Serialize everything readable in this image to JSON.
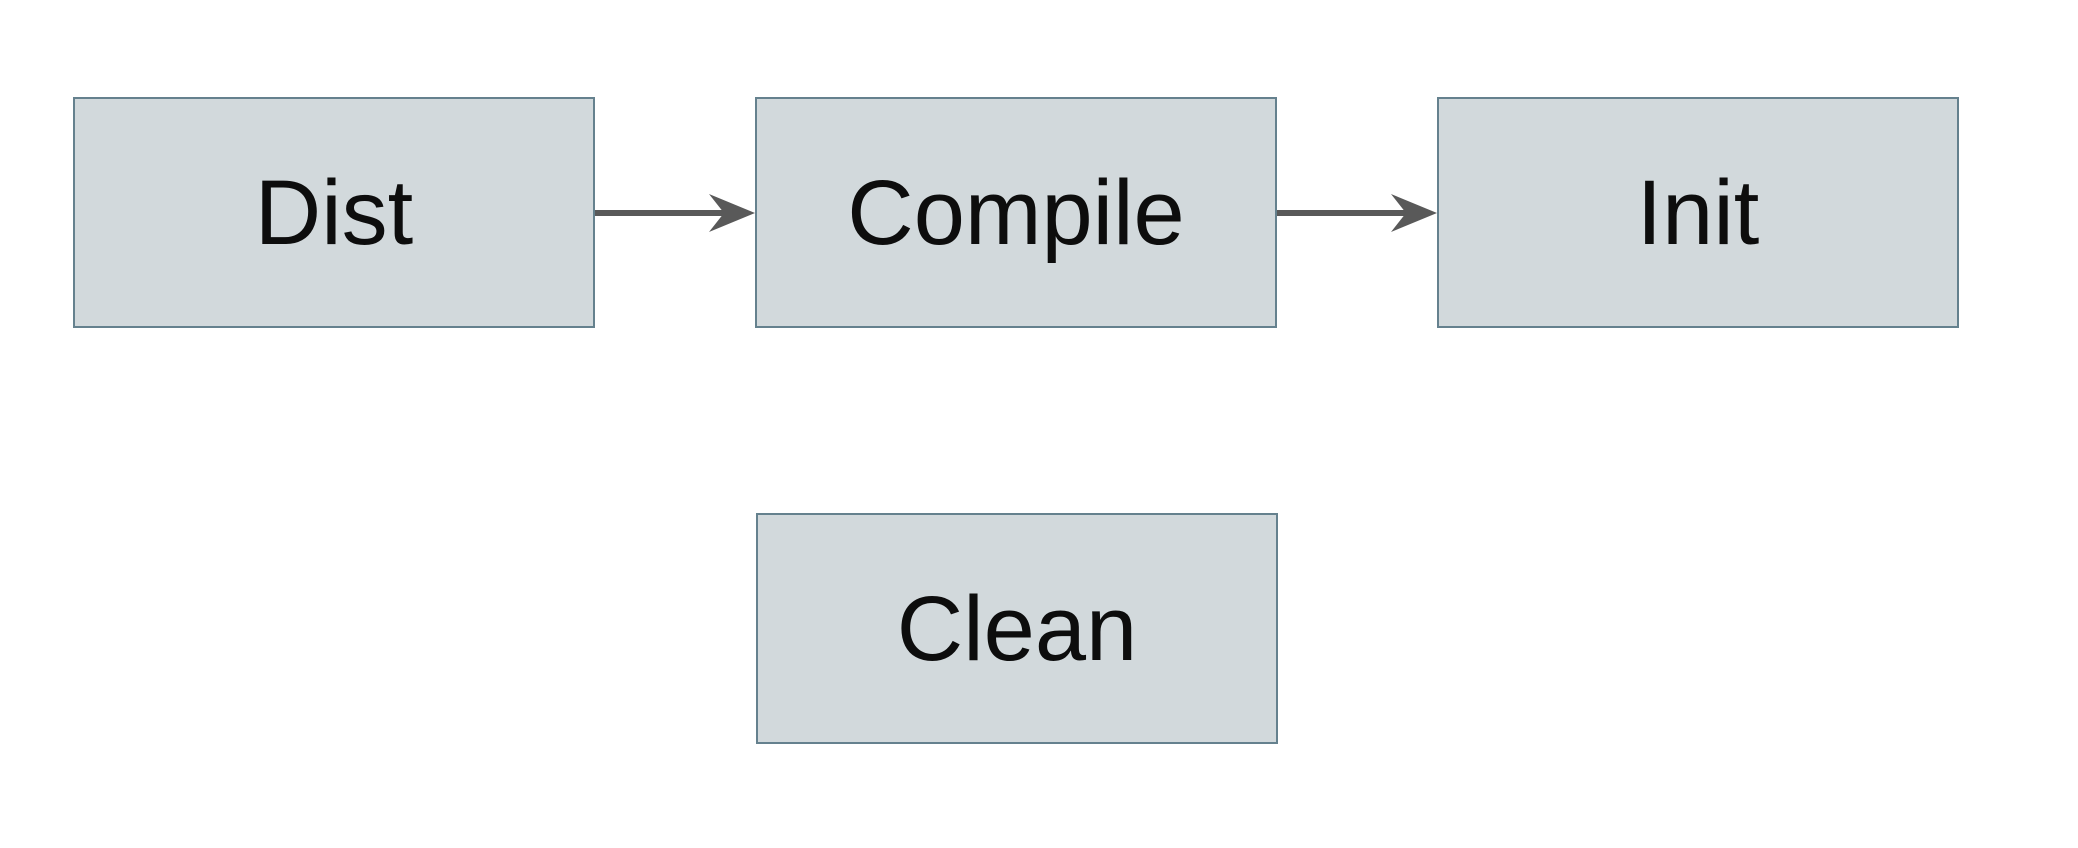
{
  "diagram": {
    "type": "flowchart",
    "nodes": [
      {
        "id": "dist",
        "label": "Dist"
      },
      {
        "id": "compile",
        "label": "Compile"
      },
      {
        "id": "init",
        "label": "Init"
      },
      {
        "id": "clean",
        "label": "Clean"
      }
    ],
    "edges": [
      {
        "from": "dist",
        "to": "compile",
        "style": "solid-arrow-right"
      },
      {
        "from": "compile",
        "to": "init",
        "style": "solid-arrow-right"
      }
    ],
    "colors": {
      "background": "#ffffff",
      "node_fill": "#d2d9dc",
      "node_border": "#65818e",
      "arrow": "#595959",
      "label_text": "#0d0d0d"
    }
  }
}
